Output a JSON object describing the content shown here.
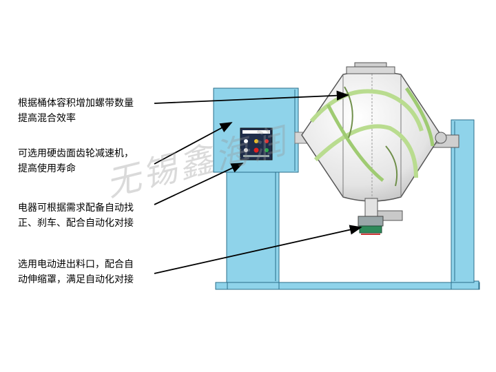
{
  "annotations": [
    {
      "line1": "根据桶体容积增加螺带数量",
      "line2": "提高混合效率"
    },
    {
      "line1": "可选用硬齿面齿轮减速机，",
      "line2": "提高使用寿命"
    },
    {
      "line1": "电器可根据需求配备自动找",
      "line2": "正、刹车、配合自动化对接"
    },
    {
      "line1": "选用电动进出料口，配合自",
      "line2": "动伸缩罩，满足自动化对接"
    }
  ],
  "watermark": "无锡鑫海润",
  "colors": {
    "frame": "#8fd3ea",
    "frame_stroke": "#2a6e8a",
    "panel": "#1f2d4a",
    "vessel": "#e6e6e6",
    "ribbon": "#b9dc8f",
    "ribbon_dark": "#6f8f4a",
    "arrow": "#000000"
  }
}
